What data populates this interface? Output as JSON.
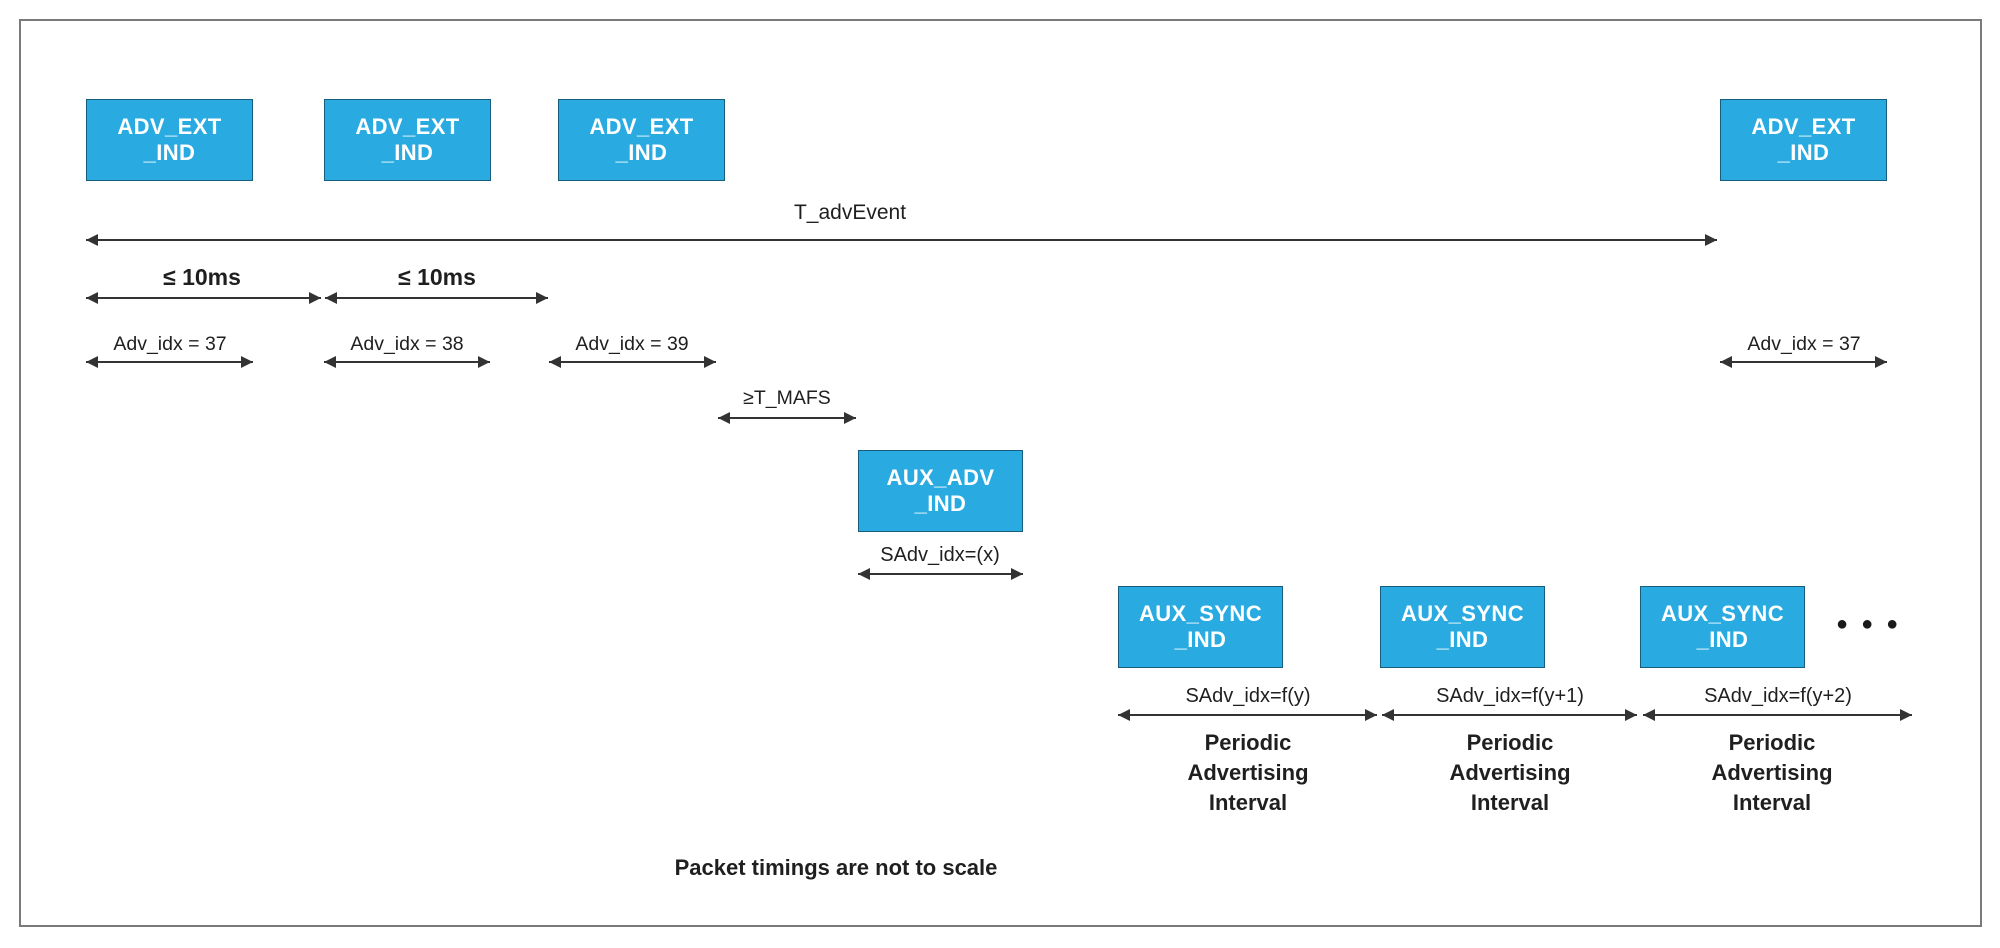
{
  "figure": {
    "note": "Packet timings are not to scale",
    "ellipsis": "●●●",
    "colors": {
      "packet_fill": "#29ABE2",
      "packet_text": "#FFFFFF",
      "arrow": "#333333",
      "text": "#1F1F1F",
      "frame_border": "#7A7A7A"
    },
    "packets": {
      "adv_ext": [
        {
          "line1": "ADV_EXT",
          "line2": "_IND"
        },
        {
          "line1": "ADV_EXT",
          "line2": "_IND"
        },
        {
          "line1": "ADV_EXT",
          "line2": "_IND"
        },
        {
          "line1": "ADV_EXT",
          "line2": "_IND"
        }
      ],
      "aux_adv": {
        "line1": "AUX_ADV",
        "line2": "_IND"
      },
      "aux_sync": [
        {
          "line1": "AUX_SYNC",
          "line2": "_IND"
        },
        {
          "line1": "AUX_SYNC",
          "line2": "_IND"
        },
        {
          "line1": "AUX_SYNC",
          "line2": "_IND"
        }
      ]
    },
    "labels": {
      "t_adv_event": "T_advEvent",
      "le_10ms": [
        "≤ 10ms",
        "≤ 10ms"
      ],
      "adv_idx": [
        "Adv_idx = 37",
        "Adv_idx = 38",
        "Adv_idx = 39",
        "Adv_idx = 37"
      ],
      "t_mafs": "≥T_MAFS",
      "sadv_idx_aux_adv": "SAdv_idx=(x)",
      "sadv_idx_sync": [
        "SAdv_idx=f(y)",
        "SAdv_idx=f(y+1)",
        "SAdv_idx=f(y+2)"
      ],
      "periodic_intervals": [
        {
          "line1": "Periodic",
          "line2": "Advertising",
          "line3": "Interval"
        },
        {
          "line1": "Periodic",
          "line2": "Advertising",
          "line3": "Interval"
        },
        {
          "line1": "Periodic",
          "line2": "Advertising",
          "line3": "Interval"
        }
      ]
    }
  }
}
